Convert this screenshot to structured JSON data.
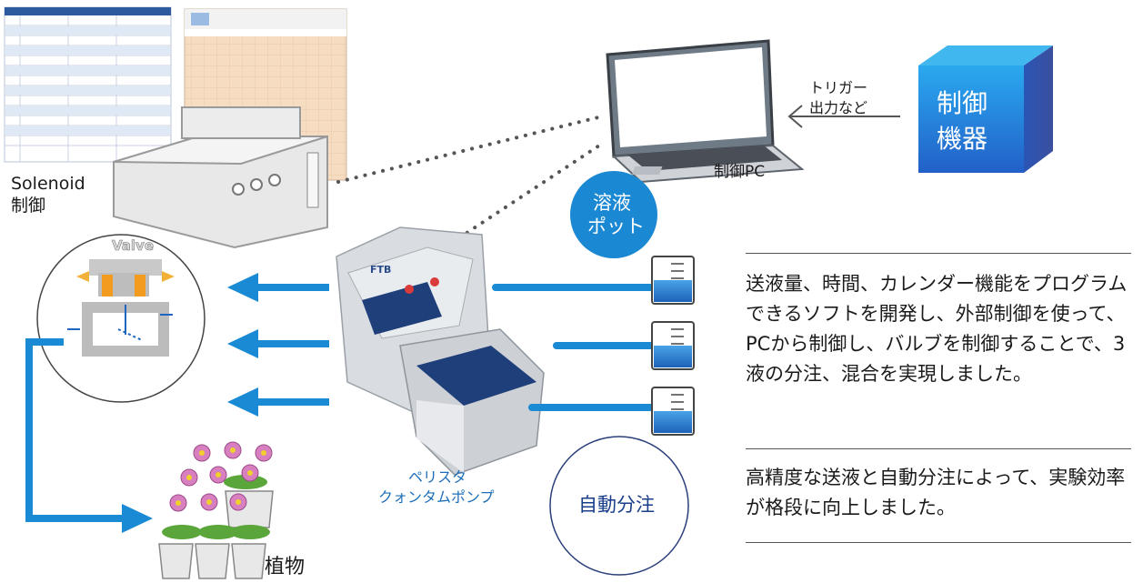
{
  "device_box": {
    "line1": "制御",
    "line2": "機器"
  },
  "trigger": {
    "line1": "トリガー",
    "line2": "出力など"
  },
  "pc_label": "制御PC",
  "solenoid": {
    "line1": "Solenoid",
    "line2": "制御"
  },
  "valve_label": "Valve",
  "pot": {
    "line1": "溶液",
    "line2": "ポット"
  },
  "pump": {
    "line1": "ペリスタ",
    "line2": "クォンタムポンプ",
    "brand": "FTB"
  },
  "dispense_label": "自動分注",
  "plant_label": "植物",
  "description": {
    "para1": "送液量、時間、カレンダー機能をプログラムできるソフトを開発し、外部制御を使って、PCから制御し、バルブを制御することで、3液の分注、混合を実現しました。",
    "para2": "高精度な送液と自動分注によって、実験効率が格段に向上しました。"
  },
  "colors": {
    "accent_blue": "#1a8ad4",
    "box_blue": "#2a6fd0",
    "caption_blue": "#1f6fb8"
  }
}
